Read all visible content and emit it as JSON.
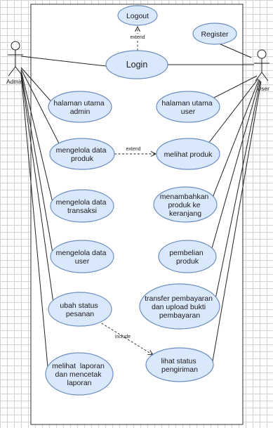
{
  "actors": {
    "admin": "Admin",
    "user": "User"
  },
  "use_cases": {
    "logout": [
      "Logout"
    ],
    "login": [
      "Login"
    ],
    "register": [
      "Register"
    ],
    "halaman_admin": [
      "halaman utama",
      "admin"
    ],
    "halaman_user": [
      "halaman utama",
      "user"
    ],
    "kelola_produk": [
      "mengelola data",
      "produk"
    ],
    "melihat_produk": [
      "melihat produk"
    ],
    "kelola_transaksi": [
      "mengelola data",
      "transaksi"
    ],
    "tambah_keranjang": [
      "menambahkan",
      "produk ke",
      "keranjang"
    ],
    "kelola_user": [
      "mengelola data",
      "user"
    ],
    "pembelian": [
      "pembelian",
      "produk"
    ],
    "ubah_status": [
      "ubah status",
      "pesanan"
    ],
    "transfer": [
      "transfer pembayaran",
      "dan upload bukti",
      "pembayaran"
    ],
    "lihat_status": [
      "lihat status",
      "pengiriman"
    ],
    "laporan": [
      "melihat  laporan",
      "dan mencetak",
      "laporan"
    ]
  },
  "relations": {
    "logout_extend": "extend",
    "produk_extend": "extend",
    "status_include": "include"
  }
}
